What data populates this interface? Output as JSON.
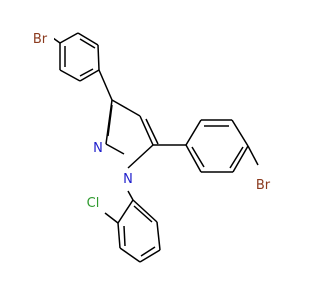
{
  "molecule": {
    "atoms": {
      "br_top": "Br",
      "br_right": "Br",
      "n2": "N",
      "n1": "N",
      "cl": "Cl"
    },
    "colors": {
      "bond": "#000000",
      "nitrogen": "#1f1fcc",
      "bromine": "#8b3a1e",
      "chlorine": "#2e9a2e"
    }
  }
}
